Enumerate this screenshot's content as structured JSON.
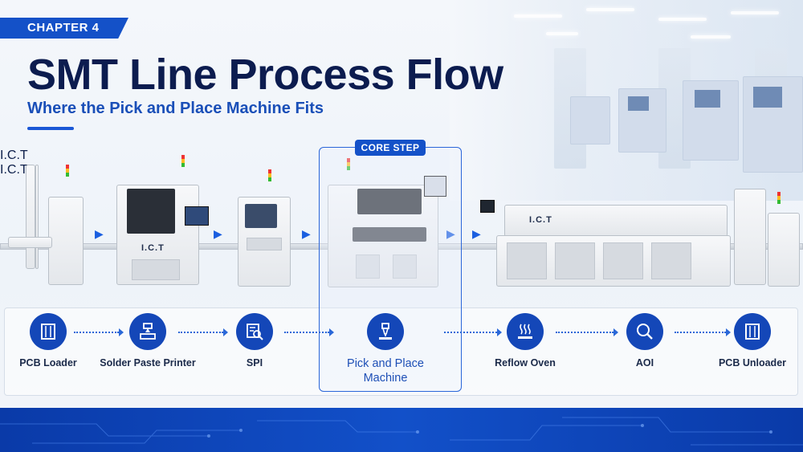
{
  "chapter": "CHAPTER 4",
  "title": "SMT Line Process Flow",
  "subtitle": "Where the Pick and Place Machine Fits",
  "core_tag": "CORE STEP",
  "brand": "I.C.T",
  "colors": {
    "accent": "#1451c8",
    "navy": "#0c1c4f",
    "footer": "#0a3aa8"
  },
  "steps": [
    {
      "label": "PCB Loader",
      "icon": "loader-icon"
    },
    {
      "label": "Solder Paste Printer",
      "icon": "printer-icon"
    },
    {
      "label": "SPI",
      "icon": "inspection-icon"
    },
    {
      "label": "Pick and Place Machine",
      "icon": "nozzle-icon",
      "core": true
    },
    {
      "label": "Reflow Oven",
      "icon": "heat-icon"
    },
    {
      "label": "AOI",
      "icon": "magnifier-icon"
    },
    {
      "label": "PCB Unloader",
      "icon": "unloader-icon"
    }
  ]
}
